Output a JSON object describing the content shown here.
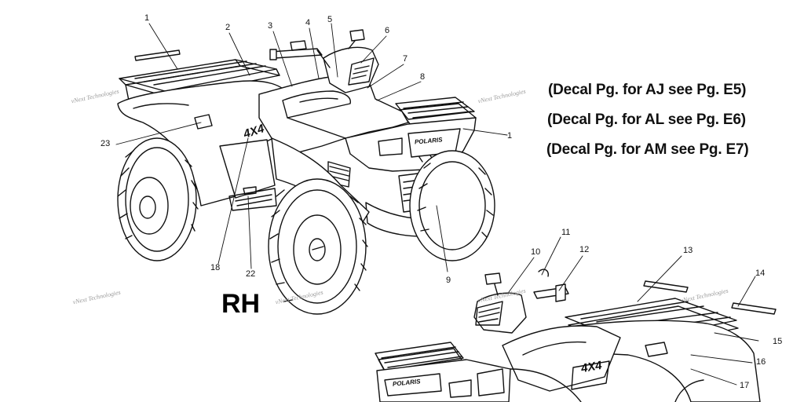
{
  "view_label": "RH",
  "notes": [
    "(Decal Pg. for AJ see Pg. E5)",
    "(Decal Pg. for AL see Pg. E6)",
    "(Decal Pg. for AM see Pg. E7)"
  ],
  "callouts": [
    "1",
    "2",
    "3",
    "4",
    "5",
    "6",
    "7",
    "8",
    "1",
    "23",
    "18",
    "22",
    "9",
    "10",
    "11",
    "12",
    "13",
    "14",
    "15",
    "16",
    "17"
  ],
  "watermark": "vNext Technologies",
  "decal_text": {
    "model": "4X4",
    "brand": "POLARIS"
  }
}
